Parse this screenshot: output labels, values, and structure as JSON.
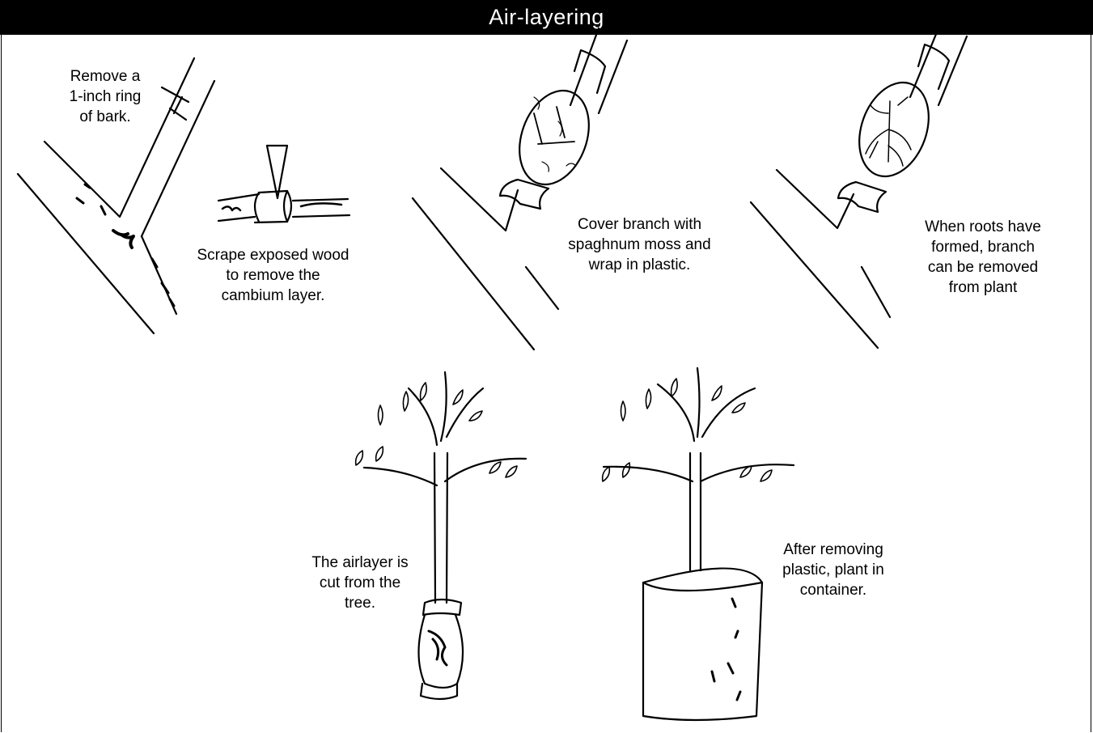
{
  "title": "Air-layering",
  "steps": {
    "remove_ring": [
      "Remove a",
      "1-inch ring",
      "of bark."
    ],
    "scrape": [
      "Scrape exposed wood",
      "to remove the",
      "cambium layer."
    ],
    "cover": [
      "Cover branch with",
      "spaghnum moss and",
      "wrap in plastic."
    ],
    "roots": [
      "When roots have",
      "formed, branch",
      "can be removed",
      "from plant"
    ],
    "cut": [
      "The airlayer is",
      "cut from the",
      "tree."
    ],
    "plant": [
      "After removing",
      "plastic, plant in",
      "container."
    ]
  },
  "icons": [
    "branch-ring-illustration",
    "scrape-illustration",
    "moss-wrap-illustration",
    "rooted-wrap-illustration",
    "cut-airlayer-illustration",
    "potted-plant-illustration"
  ]
}
